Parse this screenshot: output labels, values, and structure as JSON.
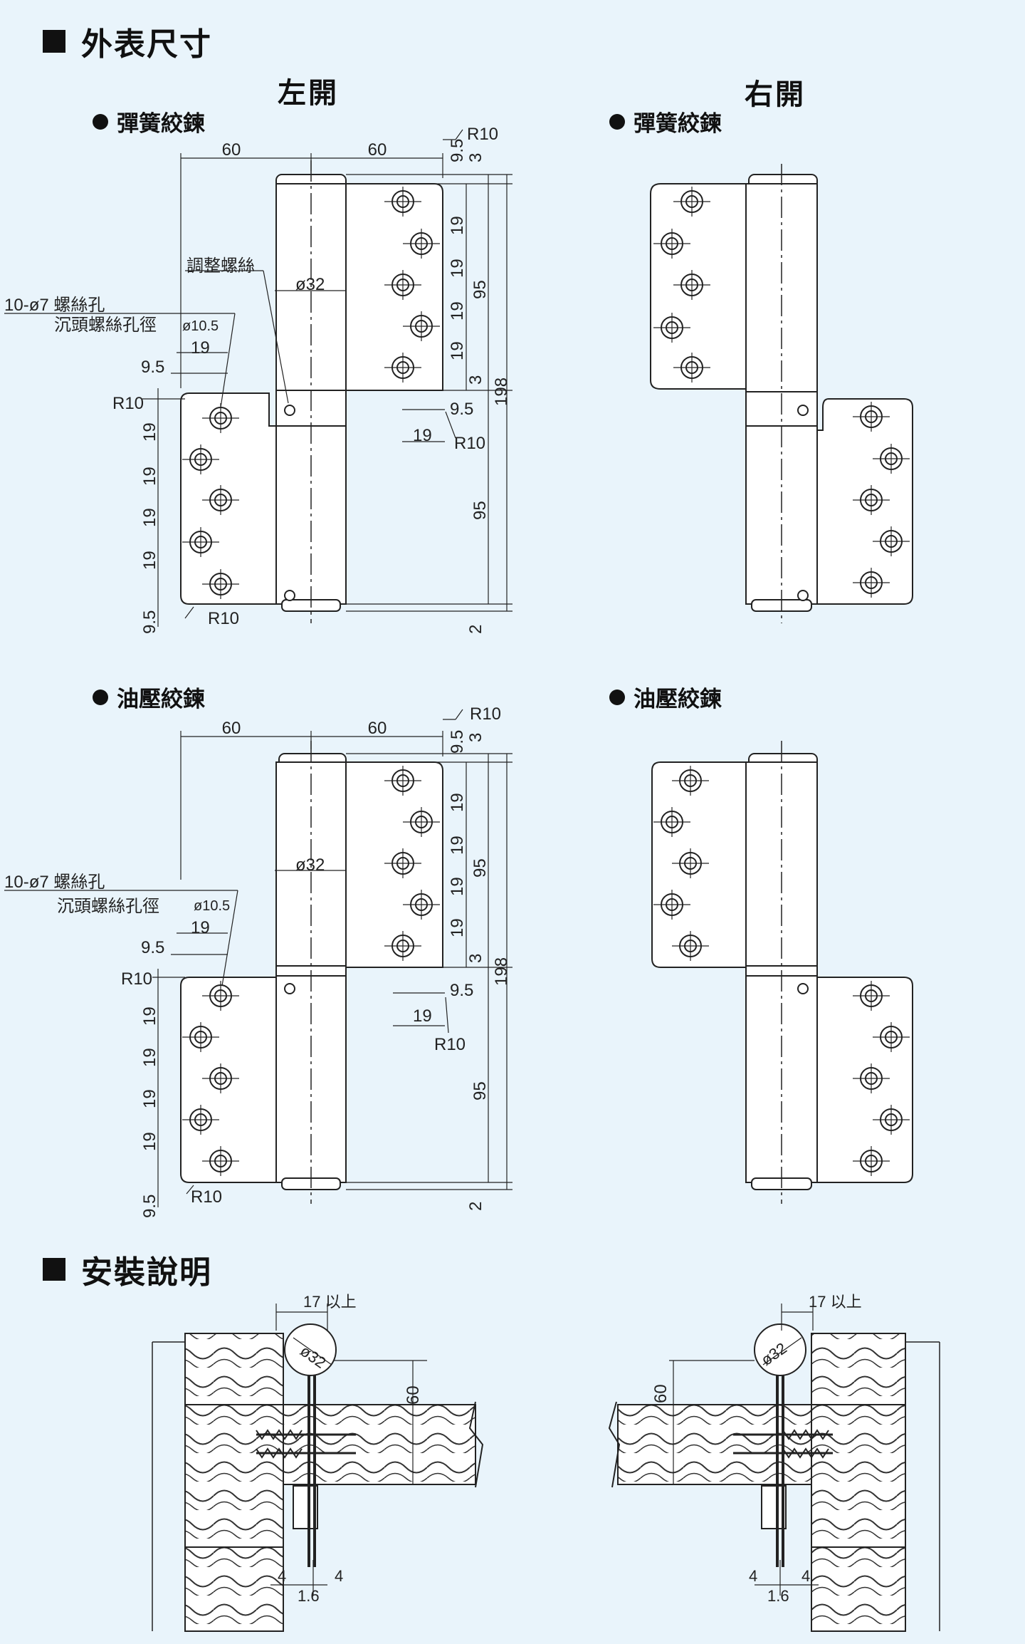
{
  "sections": {
    "dimensions_title": "外表尺寸",
    "install_title": "安裝說明"
  },
  "sides": {
    "left": "左開",
    "right": "右開"
  },
  "subtitles": {
    "spring": "彈簧絞鍊",
    "hydraulic": "油壓絞鍊"
  },
  "labels": {
    "holes": "10-ø7 螺絲孔",
    "countersink": "沉頭螺絲孔徑",
    "countersink_dia": "ø10.5",
    "adjust_screw": "調整螺絲",
    "dia32": "ø32",
    "min17": "17 以上"
  },
  "dims": {
    "w60": "60",
    "r10": "R10",
    "d9_5": "9.5",
    "d3": "3",
    "d19": "19",
    "d95": "95",
    "d198": "198",
    "d2": "2",
    "d4": "4",
    "d1_6": "1.6",
    "d60": "60"
  },
  "colors": {
    "background": "#e9f4fb",
    "line": "#222222",
    "fill": "#ffffff"
  }
}
